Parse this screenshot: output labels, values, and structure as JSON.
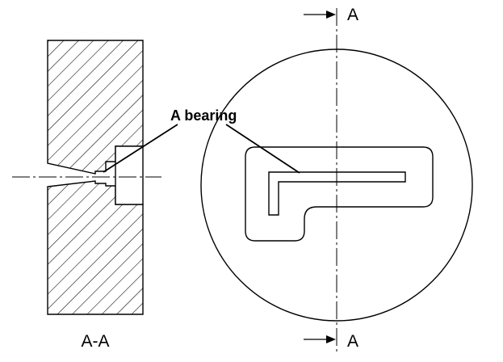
{
  "labels": {
    "callout": "A bearing",
    "section_title": "A-A",
    "cut_top": "A",
    "cut_bottom": "A"
  }
}
